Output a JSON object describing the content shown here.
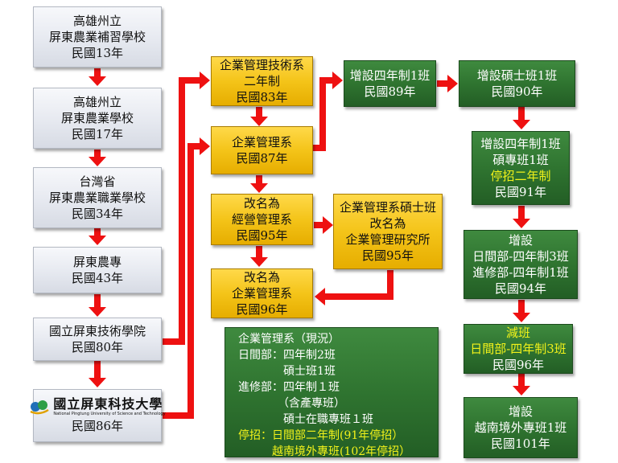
{
  "colors": {
    "arrow": "#ee1111",
    "grey_box": "#e6e9f0",
    "gold_box": "#f4c419",
    "green_box": "#2f7430",
    "highlight_text": "#f2f21a"
  },
  "left_column": [
    {
      "lines": [
        "高雄州立",
        "屏東農業補習學校",
        "民國13年"
      ]
    },
    {
      "lines": [
        "高雄州立",
        "屏東農業學校",
        "民國17年"
      ]
    },
    {
      "lines": [
        "台灣省",
        "屏東農業職業學校",
        "民國34年"
      ]
    },
    {
      "lines": [
        "屏東農專",
        "民國43年"
      ]
    },
    {
      "lines": [
        "國立屏東技術學院",
        "民國80年"
      ]
    },
    {
      "logo": {
        "icon": "school-emblem-icon",
        "name": "國立屏東科技大學",
        "subtitle": "National Pingtung University of Science and Technology"
      },
      "lines": [
        "民國86年"
      ]
    }
  ],
  "gold_boxes": {
    "two_year": [
      "企業管理技術系",
      "二年制",
      "民國83年"
    ],
    "dept87": [
      "企業管理系",
      "民國87年"
    ],
    "rename95": [
      "改名為",
      "經營管理系",
      "民國95年"
    ],
    "institute95": [
      "企業管理系碩士班",
      "改名為",
      "企業管理研究所",
      "民國95年"
    ],
    "rename96": [
      "改名為",
      "企業管理系",
      "民國96年"
    ]
  },
  "green_boxes": {
    "four_year89": [
      "增設四年制1班",
      "民國89年"
    ],
    "master90": [
      "增設碩士班1班",
      "民國90年"
    ],
    "y91": [
      "增設四年制1班",
      "碩專班1班",
      "停招二年制",
      "民國91年"
    ],
    "y94": [
      "增設",
      "日間部-四年制3班",
      "進修部-四年制1班",
      "民國94年"
    ],
    "y96": [
      "減班",
      "日間部-四年制3班",
      "民國96年"
    ],
    "y101": [
      "增設",
      "越南境外專班1班",
      "民國101年"
    ]
  },
  "status_box": {
    "lines": [
      "企業管理系（現況）",
      "日間部：四年制2班",
      "　　　　碩士班1班",
      "進修部：四年制１班",
      "　　　　（含產專班）",
      "　　　　碩士在職專班１班",
      "停招：日間部二年制(91年停招）",
      "　　　越南境外專班(102年停招）"
    ]
  }
}
